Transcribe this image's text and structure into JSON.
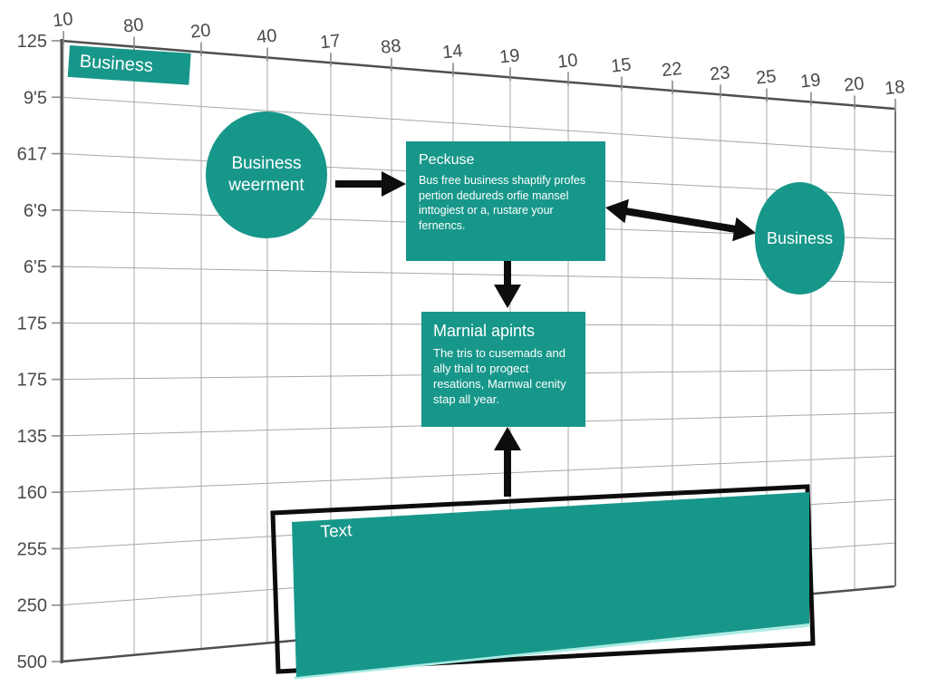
{
  "colors": {
    "teal": "#17978a",
    "arrow": "#0d0d0d",
    "grid": "#a8a8a8",
    "axis": "#4f4f4f",
    "edge": "#6f6f6f",
    "tickmark": "#8a8a8a",
    "ticktext": "#4a4a4a",
    "glow": "#a8ece4"
  },
  "axes": {
    "top_tick_labels": [
      "10",
      "80",
      "20",
      "40",
      "17",
      "88",
      "14",
      "19",
      "10",
      "15",
      "22",
      "23",
      "25",
      "19",
      "20",
      "18"
    ],
    "left_tick_labels": [
      "125",
      "9'5",
      "617",
      "6'9",
      "6'5",
      "175",
      "175",
      "135",
      "160",
      "255",
      "250",
      "500"
    ]
  },
  "shapes": {
    "corner_label": {
      "text": "Business"
    },
    "left_circle": {
      "text": "Business weerment"
    },
    "process_box": {
      "title": "Peckuse",
      "body": "Bus free business shaptify profes pertion dedureds orfie mansel inttogiest or a, rustare your fernencs."
    },
    "right_circle": {
      "text": "Business"
    },
    "detail_box": {
      "title": "Marnial apints",
      "body": "The tris to cusemads and ally thal to progect resations, Marnwal cenity stap all year."
    },
    "bottom_banner": {
      "text": "Text"
    }
  }
}
